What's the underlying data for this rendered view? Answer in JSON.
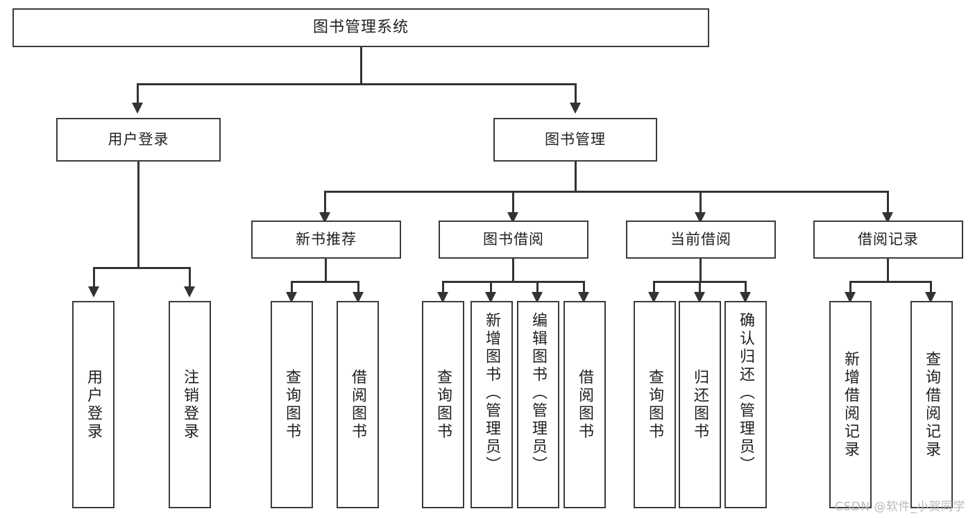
{
  "diagram": {
    "title": "图书管理系统",
    "watermark": "CSDN @软件_小贺同学"
  },
  "nodes": {
    "root": {
      "label": "图书管理系统"
    },
    "level2": [
      {
        "id": "user-login",
        "label": "用户登录"
      },
      {
        "id": "book-manage",
        "label": "图书管理"
      }
    ],
    "level3": [
      {
        "id": "new-book-recommend",
        "label": "新书推荐"
      },
      {
        "id": "book-borrow",
        "label": "图书借阅"
      },
      {
        "id": "current-borrow",
        "label": "当前借阅"
      },
      {
        "id": "borrow-record",
        "label": "借阅记录"
      }
    ],
    "leaves": [
      {
        "id": "leaf-user-login",
        "label": "用户登录",
        "parent": "user-login"
      },
      {
        "id": "leaf-logout",
        "label": "注销登录",
        "parent": "user-login"
      },
      {
        "id": "leaf-query-book-1",
        "label": "查询图书",
        "parent": "new-book-recommend"
      },
      {
        "id": "leaf-borrow-book-1",
        "label": "借阅图书",
        "parent": "new-book-recommend"
      },
      {
        "id": "leaf-query-book-2",
        "label": "查询图书",
        "parent": "book-borrow"
      },
      {
        "id": "leaf-add-book",
        "label": "新增图书（管理员）",
        "parent": "book-borrow"
      },
      {
        "id": "leaf-edit-book",
        "label": "编辑图书（管理员）",
        "parent": "book-borrow"
      },
      {
        "id": "leaf-borrow-book-2",
        "label": "借阅图书",
        "parent": "book-borrow"
      },
      {
        "id": "leaf-query-book-3",
        "label": "查询图书",
        "parent": "current-borrow"
      },
      {
        "id": "leaf-return-book",
        "label": "归还图书",
        "parent": "current-borrow"
      },
      {
        "id": "leaf-confirm-return",
        "label": "确认归还（管理员）",
        "parent": "current-borrow"
      },
      {
        "id": "leaf-add-record",
        "label": "新增借阅记录",
        "parent": "borrow-record"
      },
      {
        "id": "leaf-query-record",
        "label": "查询借阅记录",
        "parent": "borrow-record"
      }
    ]
  },
  "colors": {
    "box_border": "#3a3a3a",
    "connector": "#333333",
    "background": "#ffffff",
    "watermark": "#b9b9b9"
  }
}
